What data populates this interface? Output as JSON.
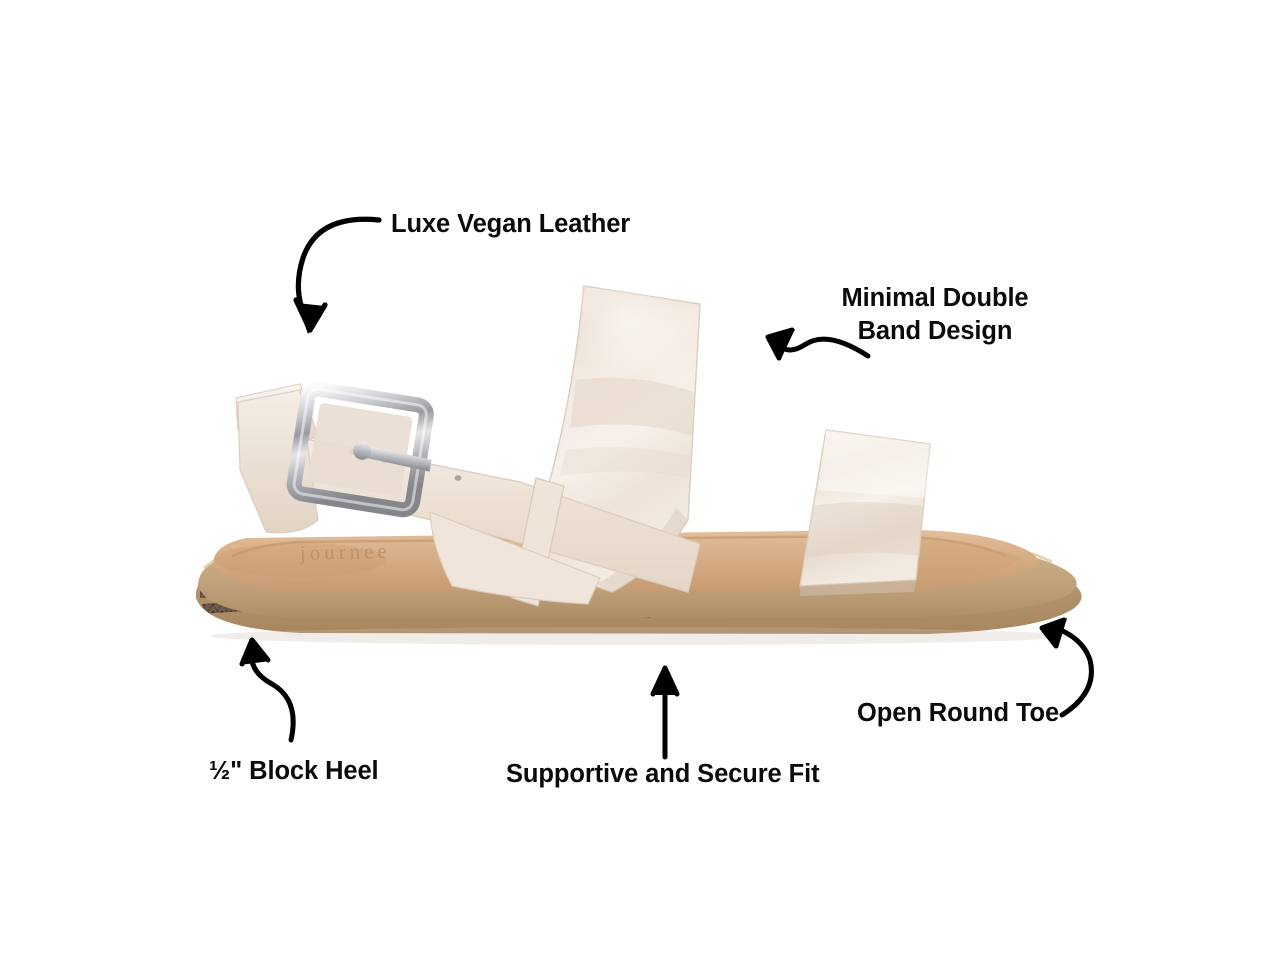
{
  "page": {
    "title": "Sandal product feature callout image",
    "background_color": "#ffffff"
  },
  "product": {
    "name": "Double band slide sandal",
    "colorway": "Bone / Cream patent",
    "upper_color": "#f1e7dd",
    "upper_shadow_color": "#ded1c4",
    "footbed_color": "#d7ac83",
    "footbed_shadow_color": "#c2906a",
    "midsole_color": "#c9ab82",
    "outsole_color": "#b89a73",
    "tread_color": "#5d4c42",
    "buckle_color": "#c9c9cd",
    "buckle_highlight_color": "#f2f2f4",
    "buckle_shadow_color": "#8d8d93",
    "branding_text": "journee"
  },
  "callouts": [
    {
      "id": "luxe-vegan-leather",
      "text": "Luxe Vegan Leather",
      "arrow": "curved-down-left",
      "lines": 1
    },
    {
      "id": "minimal-double-band-design",
      "text": "Minimal Double Band Design",
      "line1": "Minimal Double",
      "line2": "Band Design",
      "arrow": "wavy-left",
      "lines": 2
    },
    {
      "id": "block-heel",
      "text": "½\" Block Heel",
      "arrow": "s-curve-up",
      "lines": 1
    },
    {
      "id": "supportive-secure-fit",
      "text": "Supportive and Secure Fit",
      "arrow": "straight-up",
      "lines": 1
    },
    {
      "id": "open-round-toe",
      "text": "Open Round Toe",
      "arrow": "curved-up-left",
      "lines": 1
    }
  ],
  "annotation_style": {
    "text_color": "#0b0b0b",
    "arrow_color": "#000000",
    "font_weight": "bold"
  }
}
